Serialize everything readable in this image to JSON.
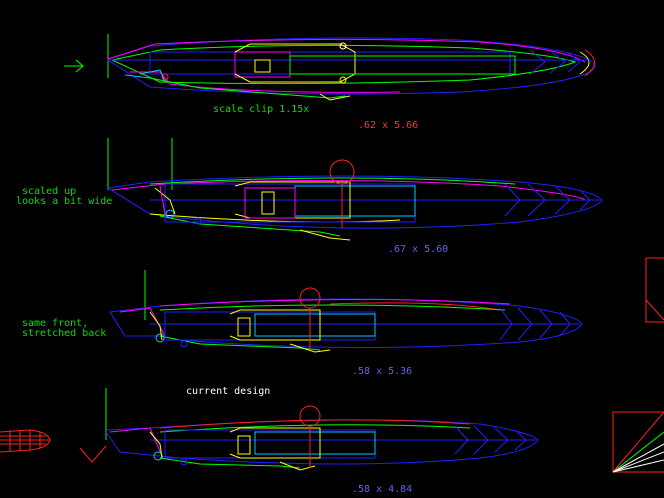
{
  "annotations": {
    "scale_note": "scale clip 1.15x",
    "scaled_note_line1": "scaled up",
    "scaled_note_line2": "looks a bit wide",
    "stretched_note_line1": "same front,",
    "stretched_note_line2": "stretched back",
    "current_note": "current design"
  },
  "dimensions": {
    "design_1": ".62 x 5.66",
    "design_2": ".67 x 5.60",
    "design_3": ".58 x 5.36",
    "design_4": ".58 x 4.84"
  },
  "colors": {
    "background": "#000000",
    "annotation_green": "#00e000",
    "annotation_white": "#ffffff",
    "dim_red": "#ff3030",
    "dim_blue": "#6060ff",
    "outline_blue": "#2020ff",
    "outline_green": "#00ff00",
    "outline_magenta": "#ff00ff",
    "outline_yellow": "#ffff00",
    "outline_red": "#ff2020",
    "outline_cyan": "#00c8ff",
    "outline_white": "#ffffff"
  },
  "icons": {
    "arrow": "right-arrow-icon"
  }
}
